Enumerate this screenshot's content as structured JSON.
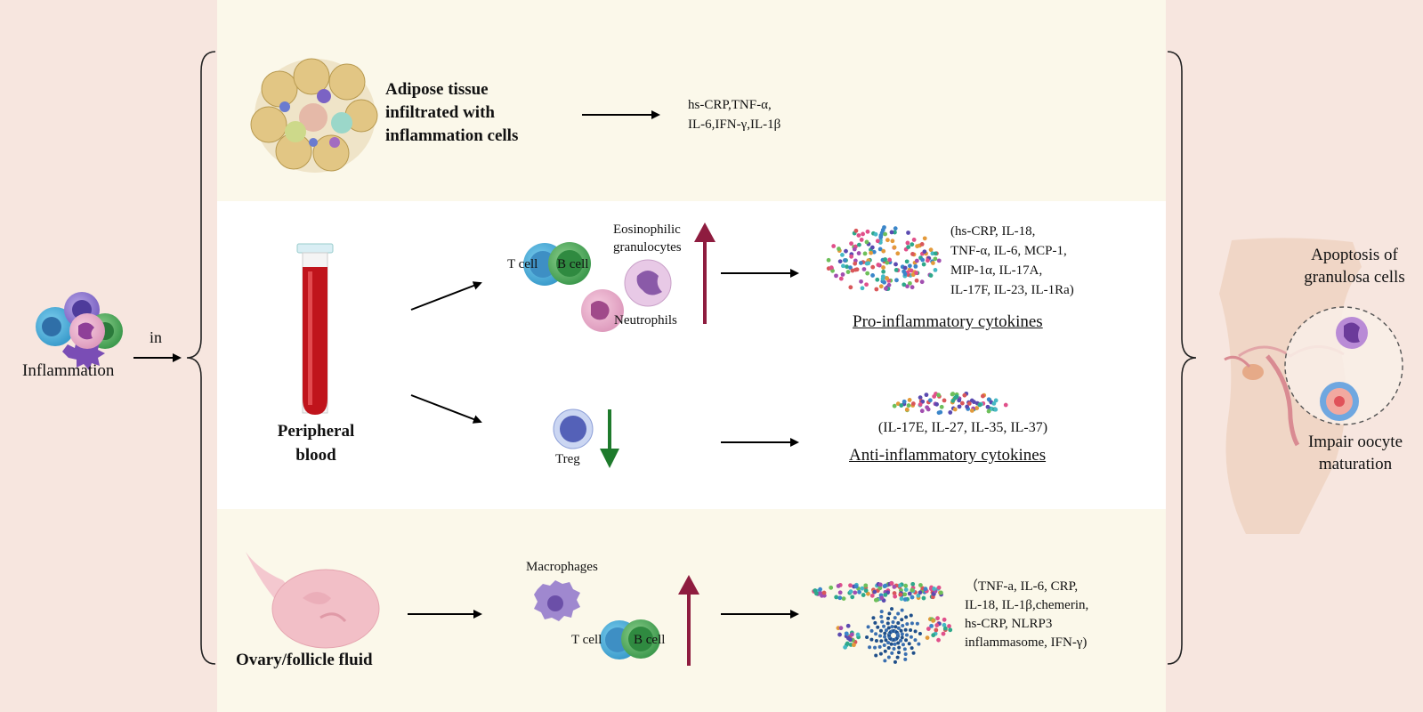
{
  "left": {
    "inflammation_label": "Inflammation",
    "in_label": "in"
  },
  "top_panel": {
    "adipose_label": [
      "Adipose tissue",
      "infiltrated with",
      "inflammation cells"
    ],
    "cytokines": [
      "hs-CRP,TNF-α,",
      "IL-6,IFN-γ,IL-1β"
    ]
  },
  "mid_panel": {
    "blood_label": [
      "Peripheral",
      "blood"
    ],
    "t_cell": "T cell",
    "b_cell": "B cell",
    "eosinophilic": [
      "Eosinophilic",
      "granulocytes"
    ],
    "neutrophils": "Neutrophils",
    "treg": "Treg",
    "pro_list": [
      "(hs-CRP, IL-18,",
      "TNF-α, IL-6, MCP-1,",
      "MIP-1α, IL-17A,",
      "IL-17F, IL-23, IL-1Ra)"
    ],
    "pro_title": "Pro-inflammatory cytokines",
    "anti_list": "(IL-17E, IL-27, IL-35, IL-37)",
    "anti_title": "Anti-inflammatory cytokines"
  },
  "bottom_panel": {
    "ovary_label": "Ovary/follicle fluid",
    "macrophages": "Macrophages",
    "t_cell": "T cell",
    "b_cell": "B cell",
    "cyto_list": [
      "（TNF-a, IL-6, CRP,",
      "IL-18, IL-1β,chemerin,",
      "hs-CRP, NLRP3",
      "inflammasome, IFN-γ)"
    ]
  },
  "right": {
    "apoptosis": [
      "Apoptosis of",
      "granulosa cells"
    ],
    "impair": [
      "Impair oocyte",
      "maturation"
    ]
  },
  "colors": {
    "up_arrow": "#8e1c3f",
    "down_arrow": "#1e7a2c",
    "blood": "#c0141c",
    "t_cell": "#4fb3dc",
    "b_cell": "#4caf62",
    "ovary": "#f2bfc7"
  }
}
